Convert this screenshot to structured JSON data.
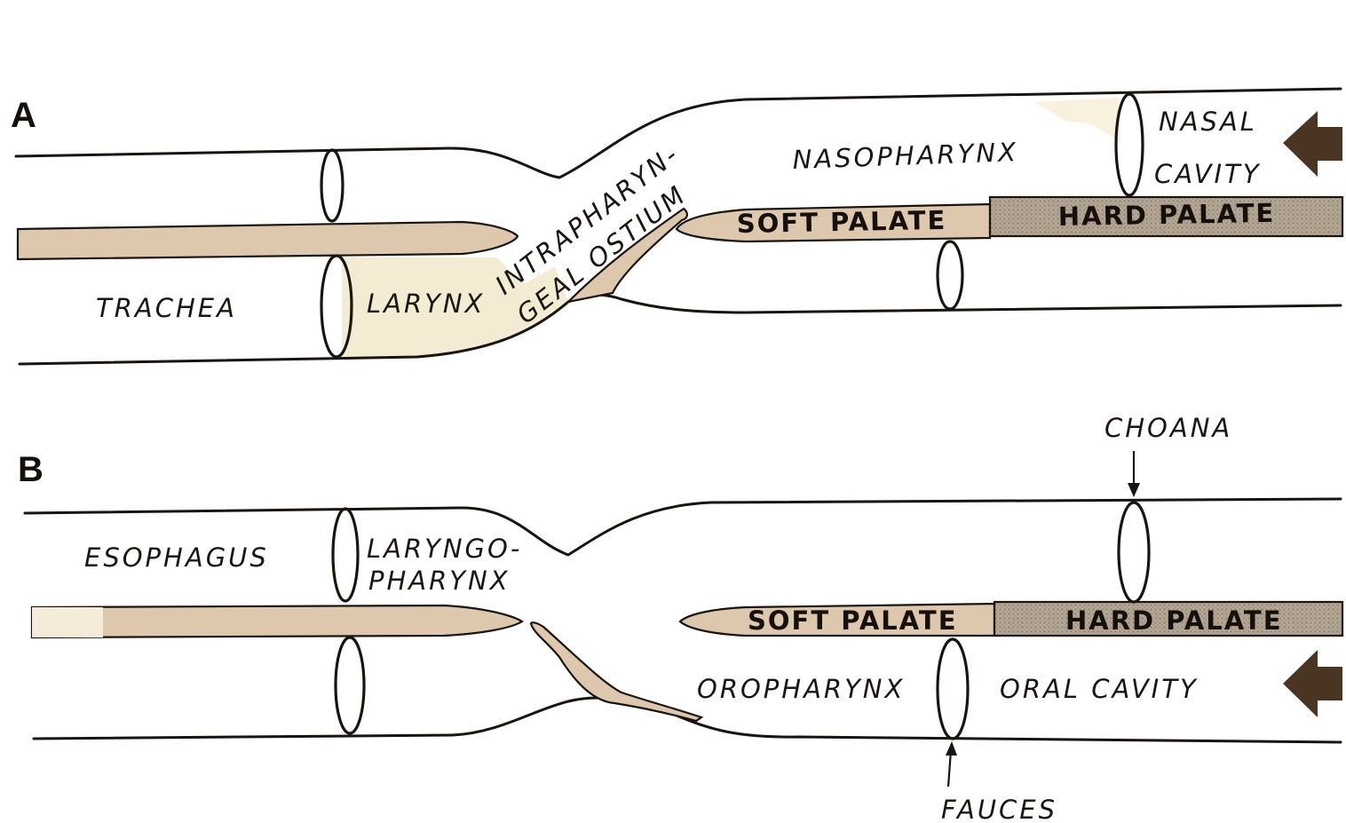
{
  "panels": {
    "a": {
      "letter": "A",
      "labels": {
        "trachea": "TRACHEA",
        "larynx": "LARYNX",
        "ostium_line1": "INTRAPHARYN-",
        "ostium_line2": "GEAL OSTIUM",
        "nasopharynx": "NASOPHARYNX",
        "nasal": "NASAL",
        "cavity": "CAVITY",
        "soft_palate": "SOFT PALATE",
        "hard_palate": "HARD PALATE"
      }
    },
    "b": {
      "letter": "B",
      "labels": {
        "esophagus": "ESOPHAGUS",
        "laryngo": "LARYNGO-",
        "pharynx": "PHARYNX",
        "choana": "CHOANA",
        "soft_palate": "SOFT PALATE",
        "hard_palate": "HARD PALATE",
        "oropharynx": "OROPHARYNX",
        "oral_cavity": "ORAL CAVITY",
        "fauces": "FAUCES"
      }
    }
  },
  "colors": {
    "line": "#1a1410",
    "tissue": "#ddc7ad",
    "tissue_dark": "#a39482",
    "larynx_tint": "#f4ecd2",
    "arrow": "#4a3422"
  }
}
